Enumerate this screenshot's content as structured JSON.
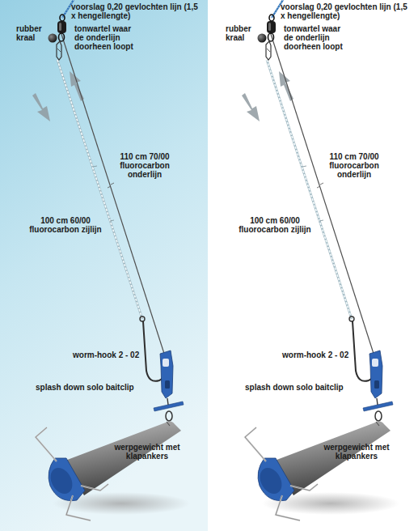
{
  "diagram": {
    "labels": [
      "voorslag 0,20 gevlochten lijn (1,5 x hengellengte)",
      "rubber kraal",
      "tonwartel waar de onderlijn doorheen loopt",
      "110 cm 70/00 fluorocarbon onderlijn",
      "100 cm 60/00 fluorocarbon zijlijn",
      "worm-hook 2 - 02",
      "splash down solo baitclip",
      "werpgewicht met klapankers",
      "voorslag 0,20 gevlochten lijn (1,5 x hengellengte)",
      "rubber kraal",
      "tonwartel waar de onderlijn doorheen loopt",
      "110 cm 70/00 fluorocarbon onderlijn",
      "100 cm 60/00 fluorocarbon zijlijn",
      "worm-hook 2 - 02",
      "splash down solo baitclip",
      "werpgewicht met klapankers"
    ]
  }
}
